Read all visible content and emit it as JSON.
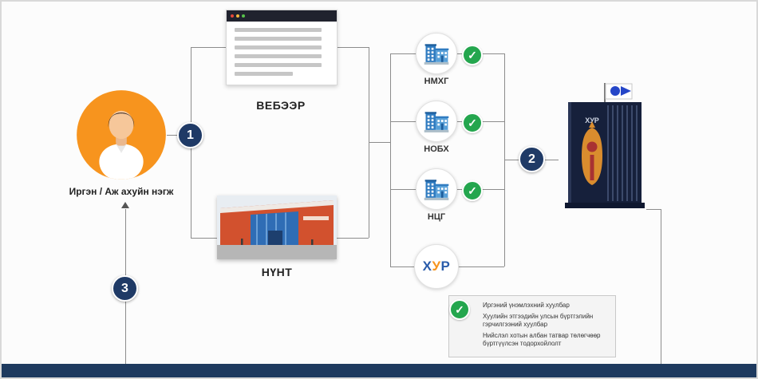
{
  "actor": {
    "label": "Иргэн / Аж ахуйн нэгж"
  },
  "steps": {
    "one": "1",
    "two": "2",
    "three": "3"
  },
  "channels": {
    "web": {
      "label": "ВЕБЭЭР"
    },
    "center": {
      "label": "НҮНТ"
    }
  },
  "agencies": [
    {
      "label": "НМХГ"
    },
    {
      "label": "НОБХ"
    },
    {
      "label": "НЦГ"
    }
  ],
  "hur": {
    "x": "Х",
    "u": "У",
    "r": "Р"
  },
  "server": {
    "label": "ХУР"
  },
  "documents": [
    "Иргэний үнэмлэхний хуулбар",
    "Хуулийн этгээдийн улсын бүртгэлийн гэрчилгээний хуулбар",
    "Нийслэл хотын албан татвар төлөгчөөр бүртгүүлсэн тодорхойлолт"
  ],
  "icons": {
    "check": "✓"
  },
  "colors": {
    "navy": "#1f3a66",
    "green": "#24a64e",
    "orange": "#f7941e"
  }
}
